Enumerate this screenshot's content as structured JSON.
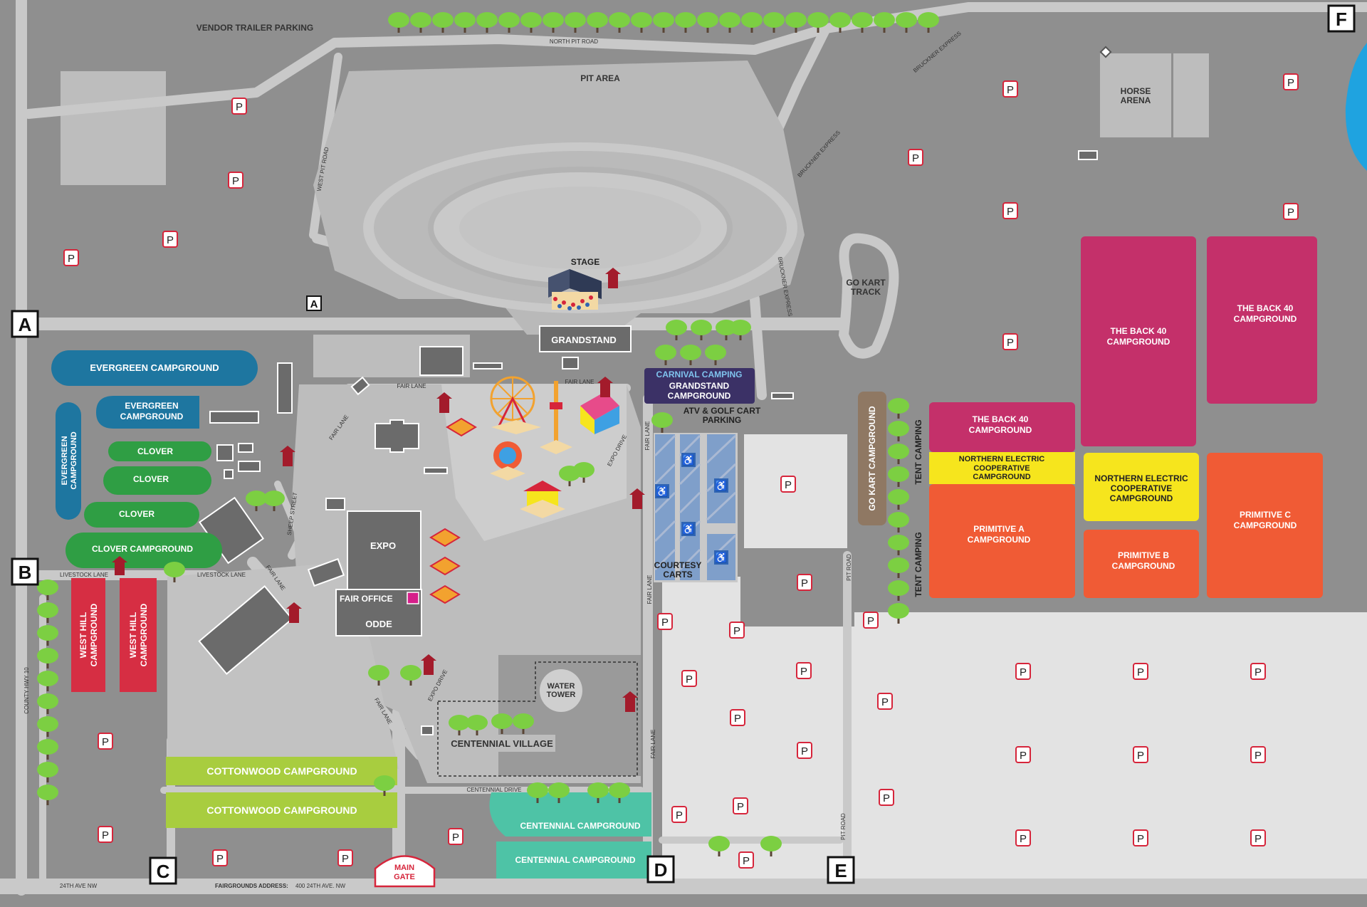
{
  "map": {
    "colors": {
      "background": "#8f8f8f",
      "road": "#c9c9c9",
      "lightArea": "#e3e3e3",
      "building": "#6b6b6b",
      "evergreen": "#1e76a0",
      "clover": "#2f9e44",
      "cottonwood": "#a8cd3f",
      "centennial": "#4ec3a6",
      "westHill": "#d62e43",
      "back40": "#c4306a",
      "northernElectric": "#f6e51d",
      "primitive": "#f05b35",
      "goKart": "#8f7863",
      "carnival": "#3b3166",
      "carnivalText": "#7fc4ee",
      "gate": "#d6253b",
      "water": "#1fa3e0",
      "tree": "#7ccf42",
      "accessible": "#2f64b3"
    },
    "gates": [
      "A",
      "B",
      "C",
      "D",
      "E",
      "F"
    ],
    "gate_a_small": "A",
    "parking_symbol": "P",
    "main_gate": [
      "MAIN",
      "GATE"
    ],
    "roads": {
      "north_pit_road": "NORTH PIT ROAD",
      "west_pit_road": "WEST PIT ROAD",
      "bruckner_express_1": "BRUCKNER EXPRESS",
      "bruckner_express_2": "BRUCKNER EXPRESS",
      "bruckner_express_3": "BRUCKNER EXPRESS",
      "fair_lane_1": "FAIR LANE",
      "fair_lane_2": "FAIR LANE",
      "fair_lane_3": "FAIR LANE",
      "fair_lane_4": "FAIR LANE",
      "fair_lane_5": "FAIR LANE",
      "fair_lane_6": "FAIR LANE",
      "fair_lane_7": "FAIR LANE",
      "expo_drive_1": "EXPO DRIVE",
      "expo_drive_2": "EXPO DRIVE",
      "sheep_street": "SHEEP STREET",
      "livestock_lane_1": "LIVESTOCK LANE",
      "livestock_lane_2": "LIVESTOCK LANE",
      "county_hwy": "COUNTY HWY 10",
      "centennial_drive": "CENTENNIAL DRIVE",
      "pit_road_1": "PIT ROAD",
      "pit_road_2": "PIT ROAD",
      "avenue": "24TH AVE NW",
      "address_label": "FAIRGROUNDS ADDRESS:",
      "address_value": "400 24TH AVE. NW"
    },
    "areas": {
      "vendor_trailer": "VENDOR TRAILER PARKING",
      "pit_area": "PIT AREA",
      "horse_arena": [
        "HORSE",
        "ARENA"
      ],
      "stage": "STAGE",
      "grandstand": "GRANDSTAND",
      "go_kart_track": [
        "GO KART",
        "TRACK"
      ],
      "carnival_camping": "CARNIVAL CAMPING",
      "grandstand_campground": [
        "GRANDSTAND",
        "CAMPGROUND"
      ],
      "atv_parking": [
        "ATV & GOLF CART",
        "PARKING"
      ],
      "courtesy_carts": [
        "COURTESY",
        "CARTS"
      ],
      "expo": "EXPO",
      "fair_office": "FAIR OFFICE",
      "odde": "ODDE",
      "water_tower": [
        "WATER",
        "TOWER"
      ],
      "centennial_village": "CENTENNIAL VILLAGE"
    },
    "campgrounds": {
      "evergreen_main": "EVERGREEN CAMPGROUND",
      "evergreen_second": [
        "EVERGREEN",
        "CAMPGROUND"
      ],
      "evergreen_vertical": [
        "EVERGREEN",
        "CAMPGROUND"
      ],
      "clover_1": "CLOVER",
      "clover_2": "CLOVER",
      "clover_3": "CLOVER",
      "clover_campground": "CLOVER CAMPGROUND",
      "west_hill_1": [
        "WEST HILL",
        "CAMPGROUND"
      ],
      "west_hill_2": [
        "WEST HILL",
        "CAMPGROUND"
      ],
      "cottonwood_1": "COTTONWOOD CAMPGROUND",
      "cottonwood_2": "COTTONWOOD CAMPGROUND",
      "centennial_1": "CENTENNIAL CAMPGROUND",
      "centennial_2": "CENTENNIAL CAMPGROUND",
      "go_kart_campground": "GO KART CAMPGROUND",
      "tent_camping_1": "TENT CAMPING",
      "tent_camping_2": "TENT CAMPING",
      "back40_1": [
        "THE BACK 40",
        "CAMPGROUND"
      ],
      "back40_2": [
        "THE BACK 40",
        "CAMPGROUND"
      ],
      "back40_3": [
        "THE BACK 40",
        "CAMPGROUND"
      ],
      "northern_electric_1": [
        "NORTHERN ELECTRIC",
        "COOPERATIVE",
        "CAMPGROUND"
      ],
      "northern_electric_2": [
        "NORTHERN ELECTRIC",
        "COOPERATIVE",
        "CAMPGROUND"
      ],
      "primitive_a": [
        "PRIMITIVE A",
        "CAMPGROUND"
      ],
      "primitive_b": [
        "PRIMITIVE B",
        "CAMPGROUND"
      ],
      "primitive_c": [
        "PRIMITIVE C",
        "CAMPGROUND"
      ]
    }
  }
}
